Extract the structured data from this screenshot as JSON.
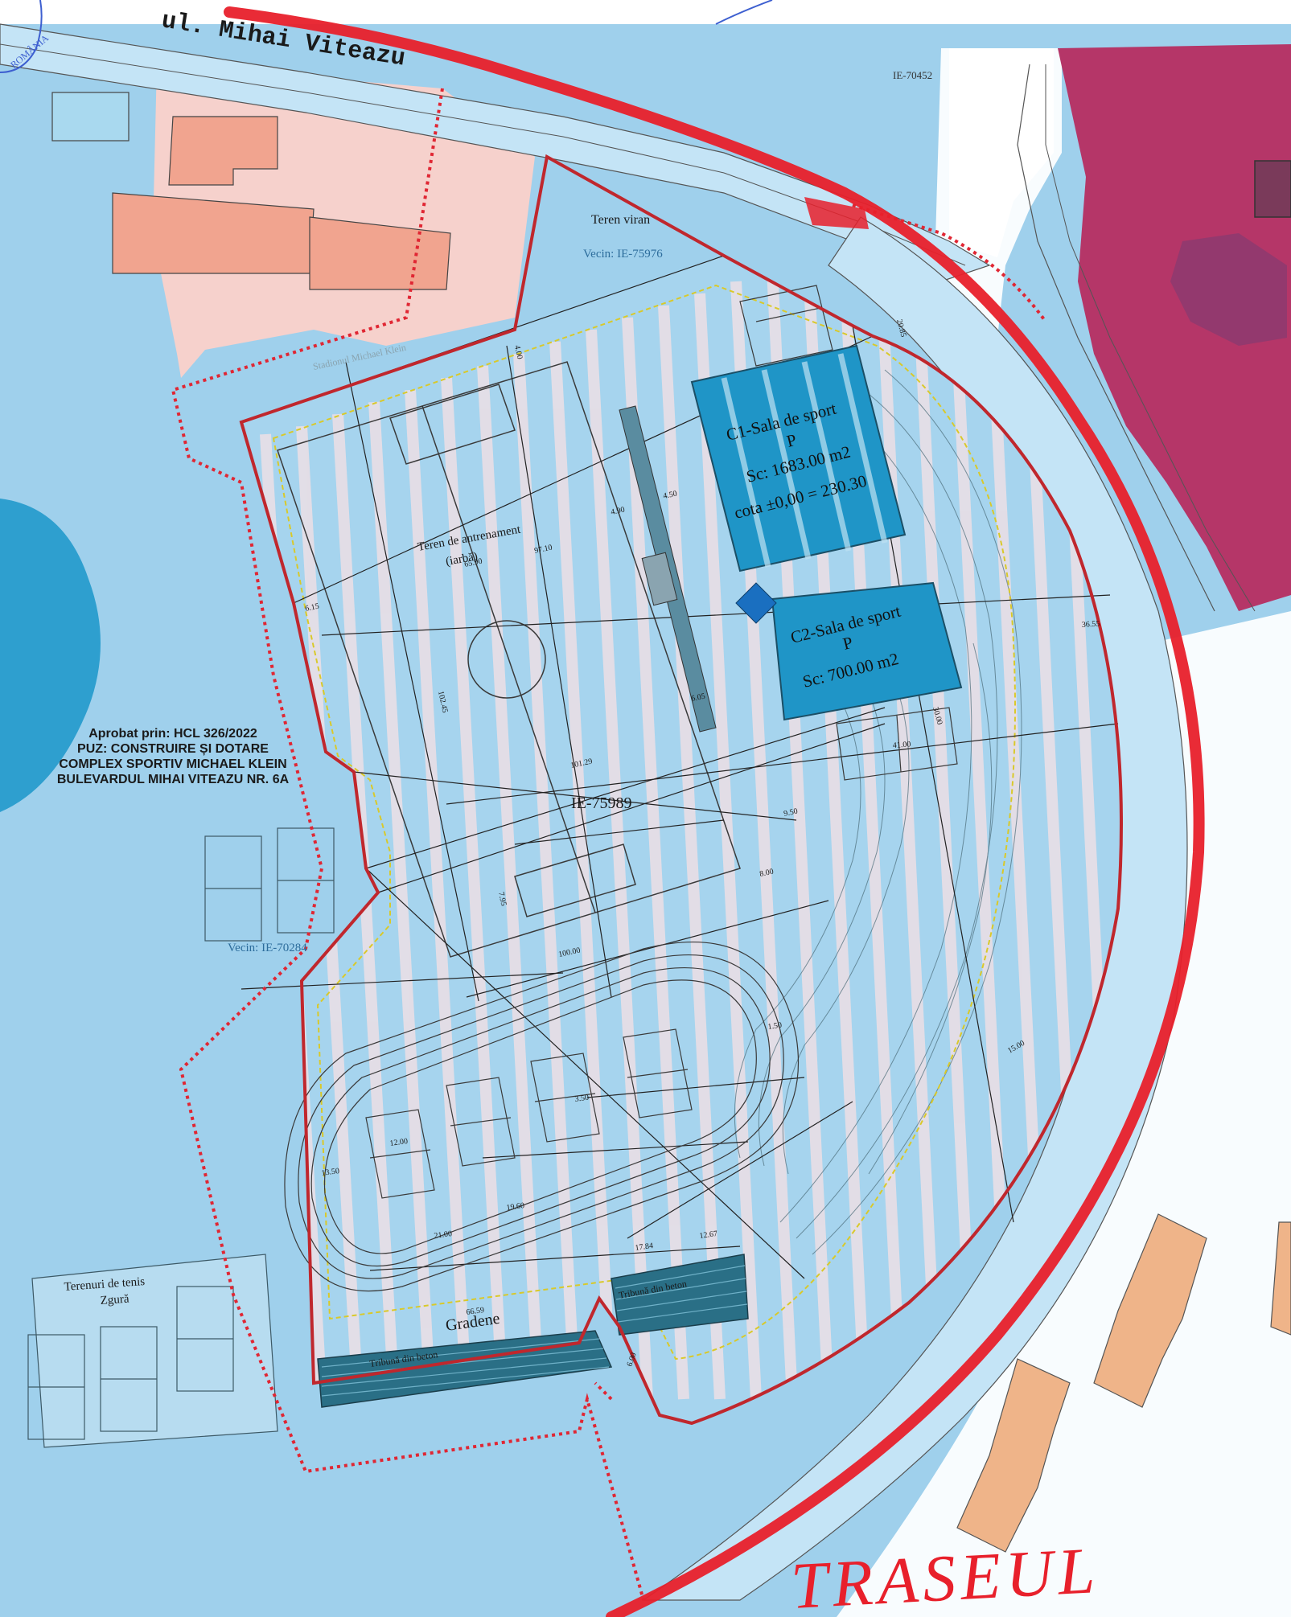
{
  "street": "ul. Mihai Viteazu",
  "parcels": {
    "main": "IE-75989",
    "top_right": "IE-70452",
    "neighbor_top": "Vecin: IE-75976",
    "neighbor_left": "Vecin: IE-70284"
  },
  "labels": {
    "vacant_lot": "Teren viran",
    "training_field_line1": "Teren de antrenament",
    "training_field_line2": "(iarbă)",
    "tennis_line1": "Terenuri de tenis",
    "tennis_line2": "Zgură",
    "stands": "Gradene",
    "stands_sub_left": "Tribună din beton",
    "stands_sub_right": "Tribună din beton",
    "stadium_text": "Stadionul Michael Klein"
  },
  "buildings": {
    "c1": {
      "line1": "C1-Sala de sport",
      "line2": "P",
      "line3": "Sc: 1683.00 m2",
      "line4": "cota ±0,00 = 230.30"
    },
    "c2": {
      "line1": "C2-Sala de sport",
      "line2": "P",
      "line3": "Sc: 700.00 m2"
    }
  },
  "approval": {
    "line1": "Aprobat prin: HCL 326/2022",
    "line2": "PUZ: CONSTRUIRE ȘI DOTARE",
    "line3": "COMPLEX SPORTIV MICHAEL KLEIN",
    "line4": "BULEVARDUL MIHAI VITEAZU NR. 6A"
  },
  "handwriting": "TRASEUL",
  "seal_text": "ROMÂNIA",
  "dimensions": {
    "d_65_90": "65.90",
    "d_97_10": "97.10",
    "d_101_29": "101.29",
    "d_100_00": "100.00",
    "d_102_45": "102.45",
    "d_9_50": "9.50",
    "d_8_00": "8.00",
    "d_36_55": "36.55",
    "d_41_00": "41.00",
    "d_12_00": "12.00",
    "d_13_50": "13.50",
    "d_21_00": "21.00",
    "d_19_60": "19.60",
    "d_17_84": "17.84",
    "d_12_67": "12.67",
    "d_66_59": "66.59",
    "d_15_00": "15.00",
    "d_7_95": "7.95",
    "d_4_00": "4.00",
    "d_20_85": "20.85",
    "d_30_00": "30.00",
    "d_6_15": "6.15",
    "d_6_00": "6.00",
    "d_3_50": "3.50",
    "d_4_50": "4.50",
    "d_4_90": "4.90",
    "d_6_05": "6.05",
    "d_1_50": "1.50"
  },
  "colors": {
    "base_blue": "#9fd0ec",
    "light_blue": "#c4e4f6",
    "deep_blue": "#2e9fcf",
    "building_blue": "#1f95c7",
    "stand_dark": "#2a6f86",
    "pink_parcel": "#f6d1cc",
    "salmon_building": "#f1a48f",
    "magenta_area": "#b53668",
    "stripe": "#e9dfe6",
    "boundary_red": "#c0272d",
    "dotted_red": "#e02633",
    "road_red": "#e8202b",
    "yellow_line": "#d9c92a",
    "orange_building": "#efb489"
  }
}
